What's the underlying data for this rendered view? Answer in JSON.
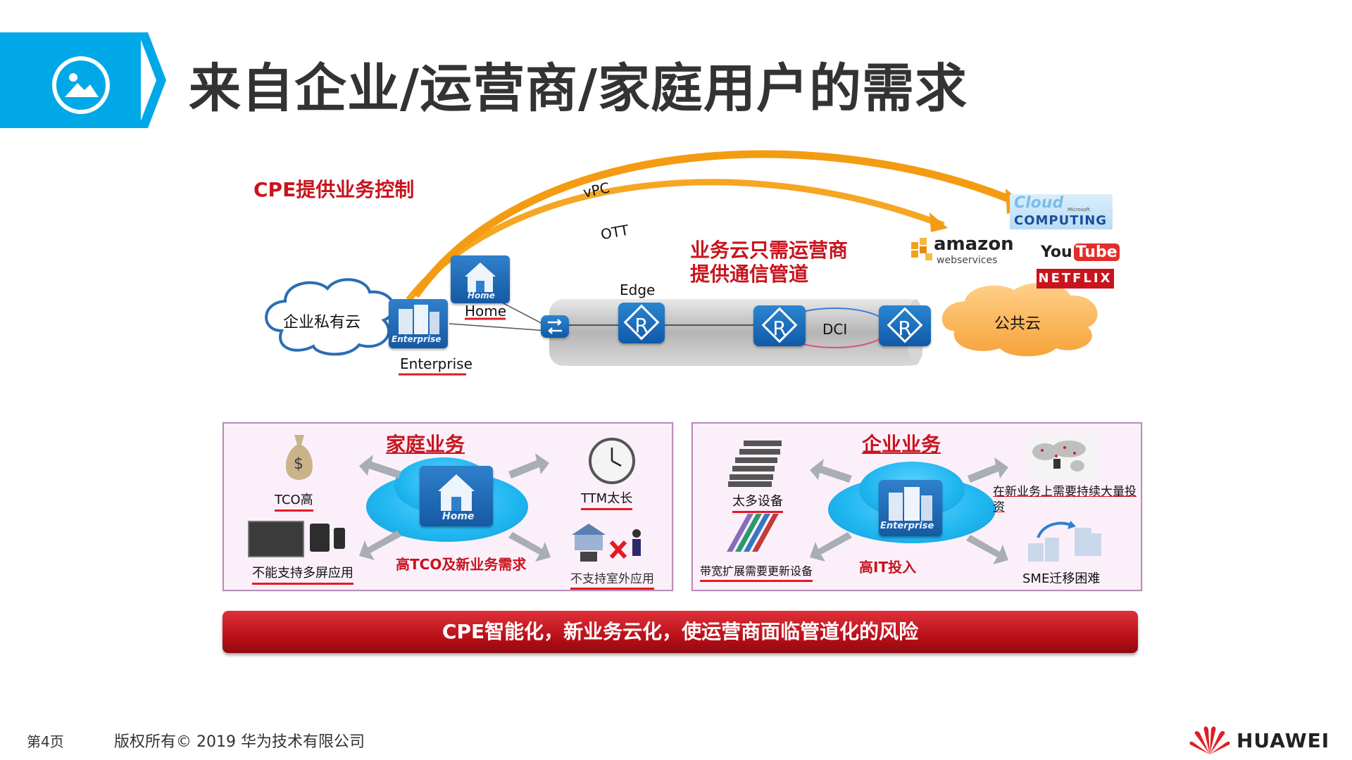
{
  "title": "来自企业/运营商/家庭用户的需求",
  "diagram": {
    "cpe_label": "CPE提供业务控制",
    "vpc_label": "vPC",
    "ott_label": "OTT",
    "operator_note_line1": "业务云只需运营商",
    "operator_note_line2": "提供通信管道",
    "private_cloud": "企业私有云",
    "enterprise": "Enterprise",
    "enterprise_tile": "Enterprise",
    "home": "Home",
    "home_tile": "Home",
    "edge": "Edge",
    "dci": "DCI",
    "public_cloud": "公共云",
    "router_symbol": "R",
    "logos": {
      "cloud_computing_top": "Cloud",
      "cloud_computing_ms": "Microsoft",
      "cloud_computing_bottom": "COMPUTING",
      "amazon": "amazon",
      "amazon_sub": "webservices",
      "youtube_you": "You",
      "youtube_tube": "Tube",
      "netflix": "NETFLIX"
    },
    "colors": {
      "curve_orange": "#f39c12",
      "brand_red": "#c8141e",
      "accent_blue": "#00a8e8"
    }
  },
  "home_panel": {
    "title": "家庭业务",
    "center_tile": "Home",
    "tco": "TCO高",
    "ttm": "TTM太长",
    "multiscreen": "不能支持多屏应用",
    "center_caption": "高TCO及新业务需求",
    "outdoor": "不支持室外应用"
  },
  "enterprise_panel": {
    "title": "企业业务",
    "center_tile": "Enterprise",
    "too_many": "太多设备",
    "new_biz": "在新业务上需要持续大量投资",
    "bandwidth": "带宽扩展需要更新设备",
    "center_caption": "高IT投入",
    "sme": "SME迁移困难"
  },
  "banner": "CPE智能化，新业务云化，使运营商面临管道化的风险",
  "footer": {
    "page": "第4页",
    "copyright": "版权所有© 2019 华为技术有限公司",
    "brand": "HUAWEI"
  }
}
